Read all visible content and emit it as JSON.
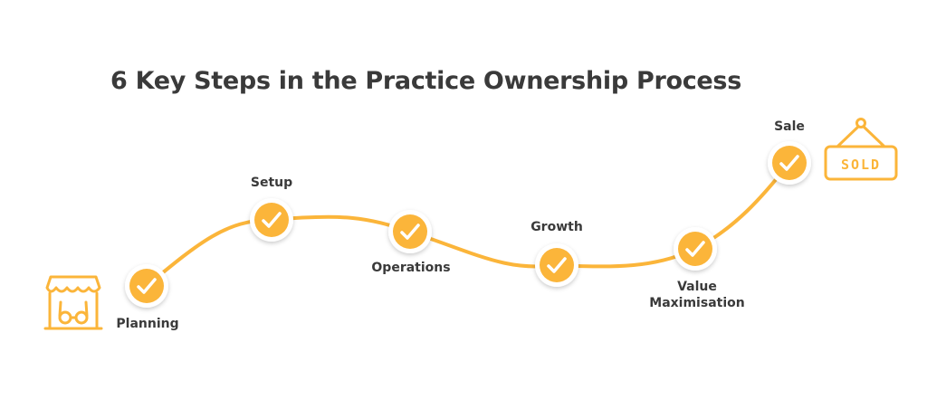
{
  "title": "6 Key Steps in the Practice Ownership Process",
  "accent_color": "#FBB53A",
  "steps": [
    {
      "label": "Planning",
      "icon": "check-icon"
    },
    {
      "label": "Setup",
      "icon": "check-icon"
    },
    {
      "label": "Operations",
      "icon": "check-icon"
    },
    {
      "label": "Growth",
      "icon": "check-icon"
    },
    {
      "label": "Value Maximisation",
      "icon": "check-icon"
    },
    {
      "label": "Sale",
      "icon": "check-icon"
    }
  ],
  "start_icon": "storefront-glasses-icon",
  "end_icon": "sold-sign-icon",
  "sold_text": "SOLD"
}
